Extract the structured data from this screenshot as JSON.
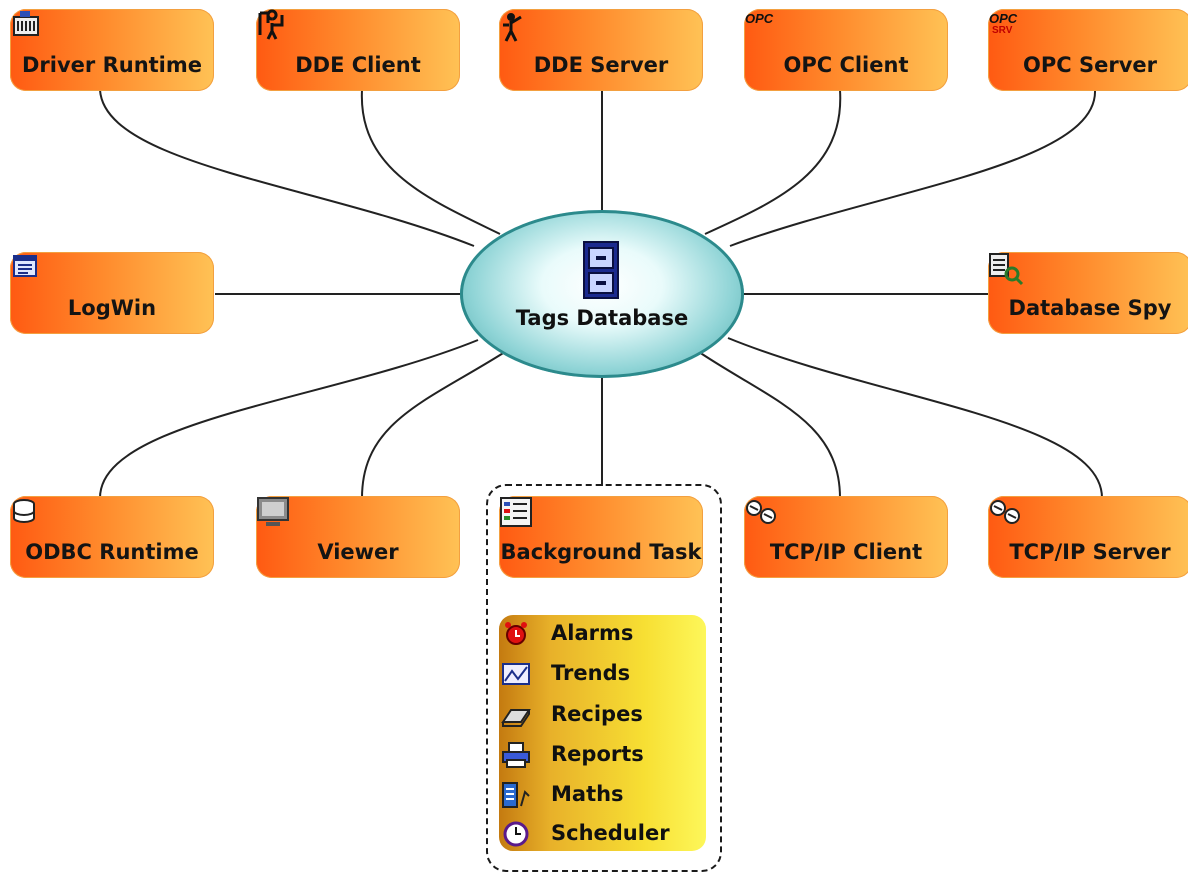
{
  "hub": {
    "label": "Tags Database",
    "icon": "filing-cabinet-icon"
  },
  "nodes": [
    {
      "id": "driver-runtime",
      "label": "Driver Runtime",
      "icon": "driver-icon"
    },
    {
      "id": "dde-client",
      "label": "DDE Client",
      "icon": "dde-client-icon"
    },
    {
      "id": "dde-server",
      "label": "DDE Server",
      "icon": "dde-server-icon"
    },
    {
      "id": "opc-client",
      "label": "OPC Client",
      "icon": "opc-icon"
    },
    {
      "id": "opc-server",
      "label": "OPC Server",
      "icon": "opc-server-icon"
    },
    {
      "id": "logwin",
      "label": "LogWin",
      "icon": "log-window-icon"
    },
    {
      "id": "database-spy",
      "label": "Database Spy",
      "icon": "database-spy-icon"
    },
    {
      "id": "odbc-runtime",
      "label": "ODBC Runtime",
      "icon": "odbc-icon"
    },
    {
      "id": "viewer",
      "label": "Viewer",
      "icon": "monitor-icon"
    },
    {
      "id": "background-task",
      "label": "Background Task",
      "icon": "task-list-icon"
    },
    {
      "id": "tcpip-client",
      "label": "TCP/IP Client",
      "icon": "network-icon"
    },
    {
      "id": "tcpip-server",
      "label": "TCP/IP Server",
      "icon": "network-server-icon"
    }
  ],
  "background_task_items": [
    {
      "label": "Alarms",
      "icon": "alarm-icon"
    },
    {
      "label": "Trends",
      "icon": "trend-chart-icon"
    },
    {
      "label": "Recipes",
      "icon": "recipe-icon"
    },
    {
      "label": "Reports",
      "icon": "printer-icon"
    },
    {
      "label": "Maths",
      "icon": "calculator-icon"
    },
    {
      "label": "Scheduler",
      "icon": "clock-icon"
    }
  ],
  "colors": {
    "node_start": "#ff5a12",
    "node_end": "#ffc255",
    "hub_edge": "#2c8a8c",
    "panel_start": "#c47a10",
    "panel_end": "#fdf75a",
    "link": "#222222"
  }
}
